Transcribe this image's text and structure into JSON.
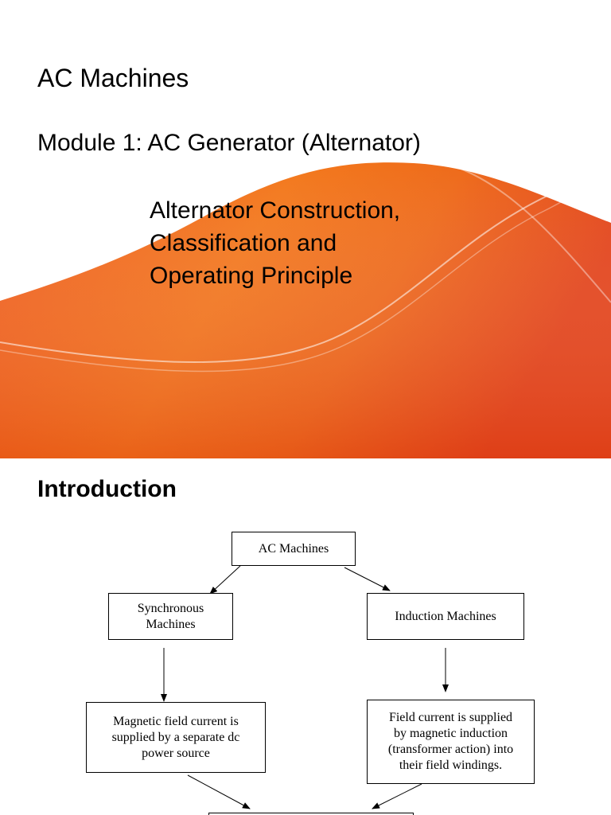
{
  "slide1": {
    "title": "AC Machines",
    "module": "Module 1: AC Generator (Alternator)",
    "subtitle_lines": [
      "Alternator Construction,",
      "Classification and",
      "Operating Principle"
    ],
    "colors": {
      "accent_dark": "#e2421a",
      "accent_light": "#f7941d"
    }
  },
  "slide2": {
    "heading": "Introduction",
    "diagram": {
      "root": "AC Machines",
      "left_branch": [
        "Synchronous",
        "Machines"
      ],
      "right_branch": "Induction Machines",
      "left_detail": [
        "Magnetic field current is",
        "supplied by a separate dc",
        "power source"
      ],
      "right_detail": [
        "Field current is supplied",
        "by magnetic induction",
        "(transformer action) into",
        "their field windings."
      ]
    }
  }
}
